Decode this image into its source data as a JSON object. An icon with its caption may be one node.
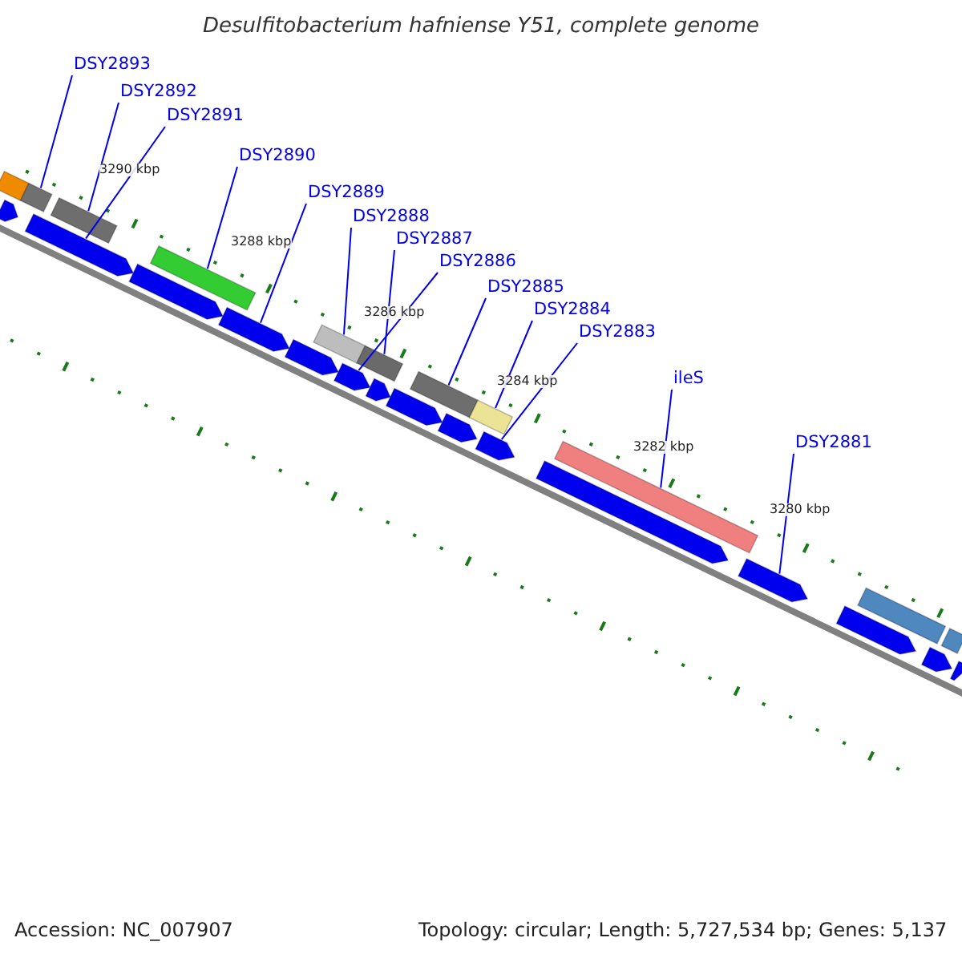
{
  "diagram": {
    "title": "Desulfitobacterium hafniense Y51, complete genome",
    "nodes": [
      {
        "text": [
          "DSY2893"
        ]
      },
      {
        "text": [
          "DSY2892"
        ]
      },
      {
        "text": [
          "DSY2891"
        ]
      },
      {
        "text": [
          "DSY2890"
        ]
      },
      {
        "text": [
          "DSY2889"
        ]
      },
      {
        "text": [
          "DSY2888"
        ]
      },
      {
        "text": [
          "DSY2887"
        ]
      },
      {
        "text": [
          "DSY2886"
        ]
      },
      {
        "text": [
          "DSY2885"
        ]
      },
      {
        "text": [
          "DSY2884"
        ]
      },
      {
        "text": [
          "DSY2883"
        ]
      },
      {
        "text": [
          "ileS"
        ]
      },
      {
        "text": [
          "DSY2881"
        ]
      },
      {
        "text": [],
        "shape": "bar"
      },
      {
        "text": [],
        "shape": "bar"
      },
      {
        "text": [],
        "shape": "bar"
      },
      {
        "text": [],
        "shape": "bar"
      },
      {
        "text": [],
        "shape": "bar"
      },
      {
        "text": [],
        "shape": "bar"
      },
      {
        "text": [],
        "shape": "bar"
      },
      {
        "text": [],
        "shape": "bar"
      },
      {
        "text": [],
        "shape": "bar"
      },
      {
        "text": [],
        "shape": "bar"
      },
      {
        "text": [],
        "shape": "bar"
      },
      {
        "text": [],
        "shape": "bar"
      },
      {
        "text": [],
        "shape": "bar"
      },
      {
        "text": [],
        "shape": "bar"
      },
      {
        "text": [],
        "shape": "bar"
      },
      {
        "text": [],
        "shape": "bar"
      },
      {
        "text": [],
        "shape": "bar"
      },
      {
        "text": [],
        "shape": "bar"
      },
      {
        "text": [],
        "shape": "bar"
      },
      {
        "text": [],
        "shape": "bar"
      },
      {
        "text": [],
        "shape": "bar"
      },
      {
        "text": [],
        "shape": "bar"
      },
      {
        "text": [],
        "shape": "bar"
      },
      {
        "text": [],
        "shape": "bar"
      },
      {
        "text": [],
        "shape": "bar"
      },
      {
        "text": [],
        "shape": "bar"
      }
    ],
    "edges": [
      {
        "from": 0,
        "to": 14,
        "arrow": "none"
      },
      {
        "from": 1,
        "to": 15,
        "arrow": "none"
      },
      {
        "from": 2,
        "to": 25,
        "arrow": "none"
      },
      {
        "from": 3,
        "to": 16,
        "arrow": "none"
      },
      {
        "from": 4,
        "to": 27,
        "arrow": "none"
      },
      {
        "from": 5,
        "to": 17,
        "arrow": "none"
      },
      {
        "from": 6,
        "to": 18,
        "arrow": "none"
      },
      {
        "from": 7,
        "to": 29,
        "arrow": "none"
      },
      {
        "from": 8,
        "to": 19,
        "arrow": "none"
      },
      {
        "from": 9,
        "to": 20,
        "arrow": "none"
      },
      {
        "from": 10,
        "to": 33,
        "arrow": "none"
      },
      {
        "from": 11,
        "to": 21,
        "arrow": "none"
      },
      {
        "from": 12,
        "to": 35,
        "arrow": "none"
      }
    ],
    "labels": [
      "3290 kbp",
      "3288 kbp",
      "3286 kbp",
      "3284 kbp",
      "3282 kbp",
      "3280 kbp",
      "Accession: NC_007907",
      "Topology: circular; Length: 5,727,534 bp; Genes: 5,137"
    ]
  }
}
